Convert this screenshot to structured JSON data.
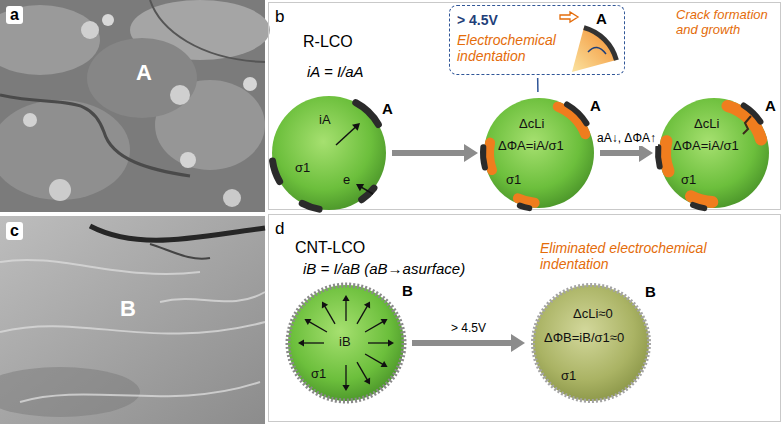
{
  "diagram": {
    "nodes": [
      {
        "text": [
          "a",
          "A"
        ]
      },
      {
        "text": [
          "b",
          "R-LCO",
          "iA = I/aA"
        ]
      },
      {
        "text": [
          "iA",
          "e",
          "σ1"
        ],
        "in": 1
      },
      {
        "text": [
          "> 4.5V",
          "Electrochemical indentation",
          "A"
        ],
        "in": 1
      },
      {
        "text": [
          "ΔcLi",
          "ΔΦA=iA/σ1",
          "σ1"
        ],
        "in": 1
      },
      {
        "text": [
          "ΔcLi",
          "ΔΦA=iA/σ1",
          "σ1"
        ],
        "in": 1
      },
      {
        "text": [
          "c",
          "B"
        ]
      },
      {
        "text": [
          "d",
          "CNT-LCO",
          "iB = I/aB (aB→asurface)"
        ]
      },
      {
        "text": [
          "iB",
          "σ1"
        ],
        "in": 7
      },
      {
        "text": [
          "ΔcLi≈0",
          "ΔΦB=iB/σ1≈0",
          "σ1"
        ],
        "in": 7
      }
    ],
    "edges": [
      {
        "from": 2,
        "to": 4,
        "arrow": "to"
      },
      {
        "from": 4,
        "to": 5,
        "label": "aA↓, ΔΦA↑",
        "arrow": "to"
      },
      {
        "from": 3,
        "to": 4,
        "arrow": "none"
      },
      {
        "from": 8,
        "to": 9,
        "label": "> 4.5V",
        "arrow": "to"
      }
    ],
    "labels": [
      "A",
      "A",
      "A",
      "Crack formation and growth",
      "Eliminated electrochemical indentation",
      "B",
      "B"
    ]
  }
}
